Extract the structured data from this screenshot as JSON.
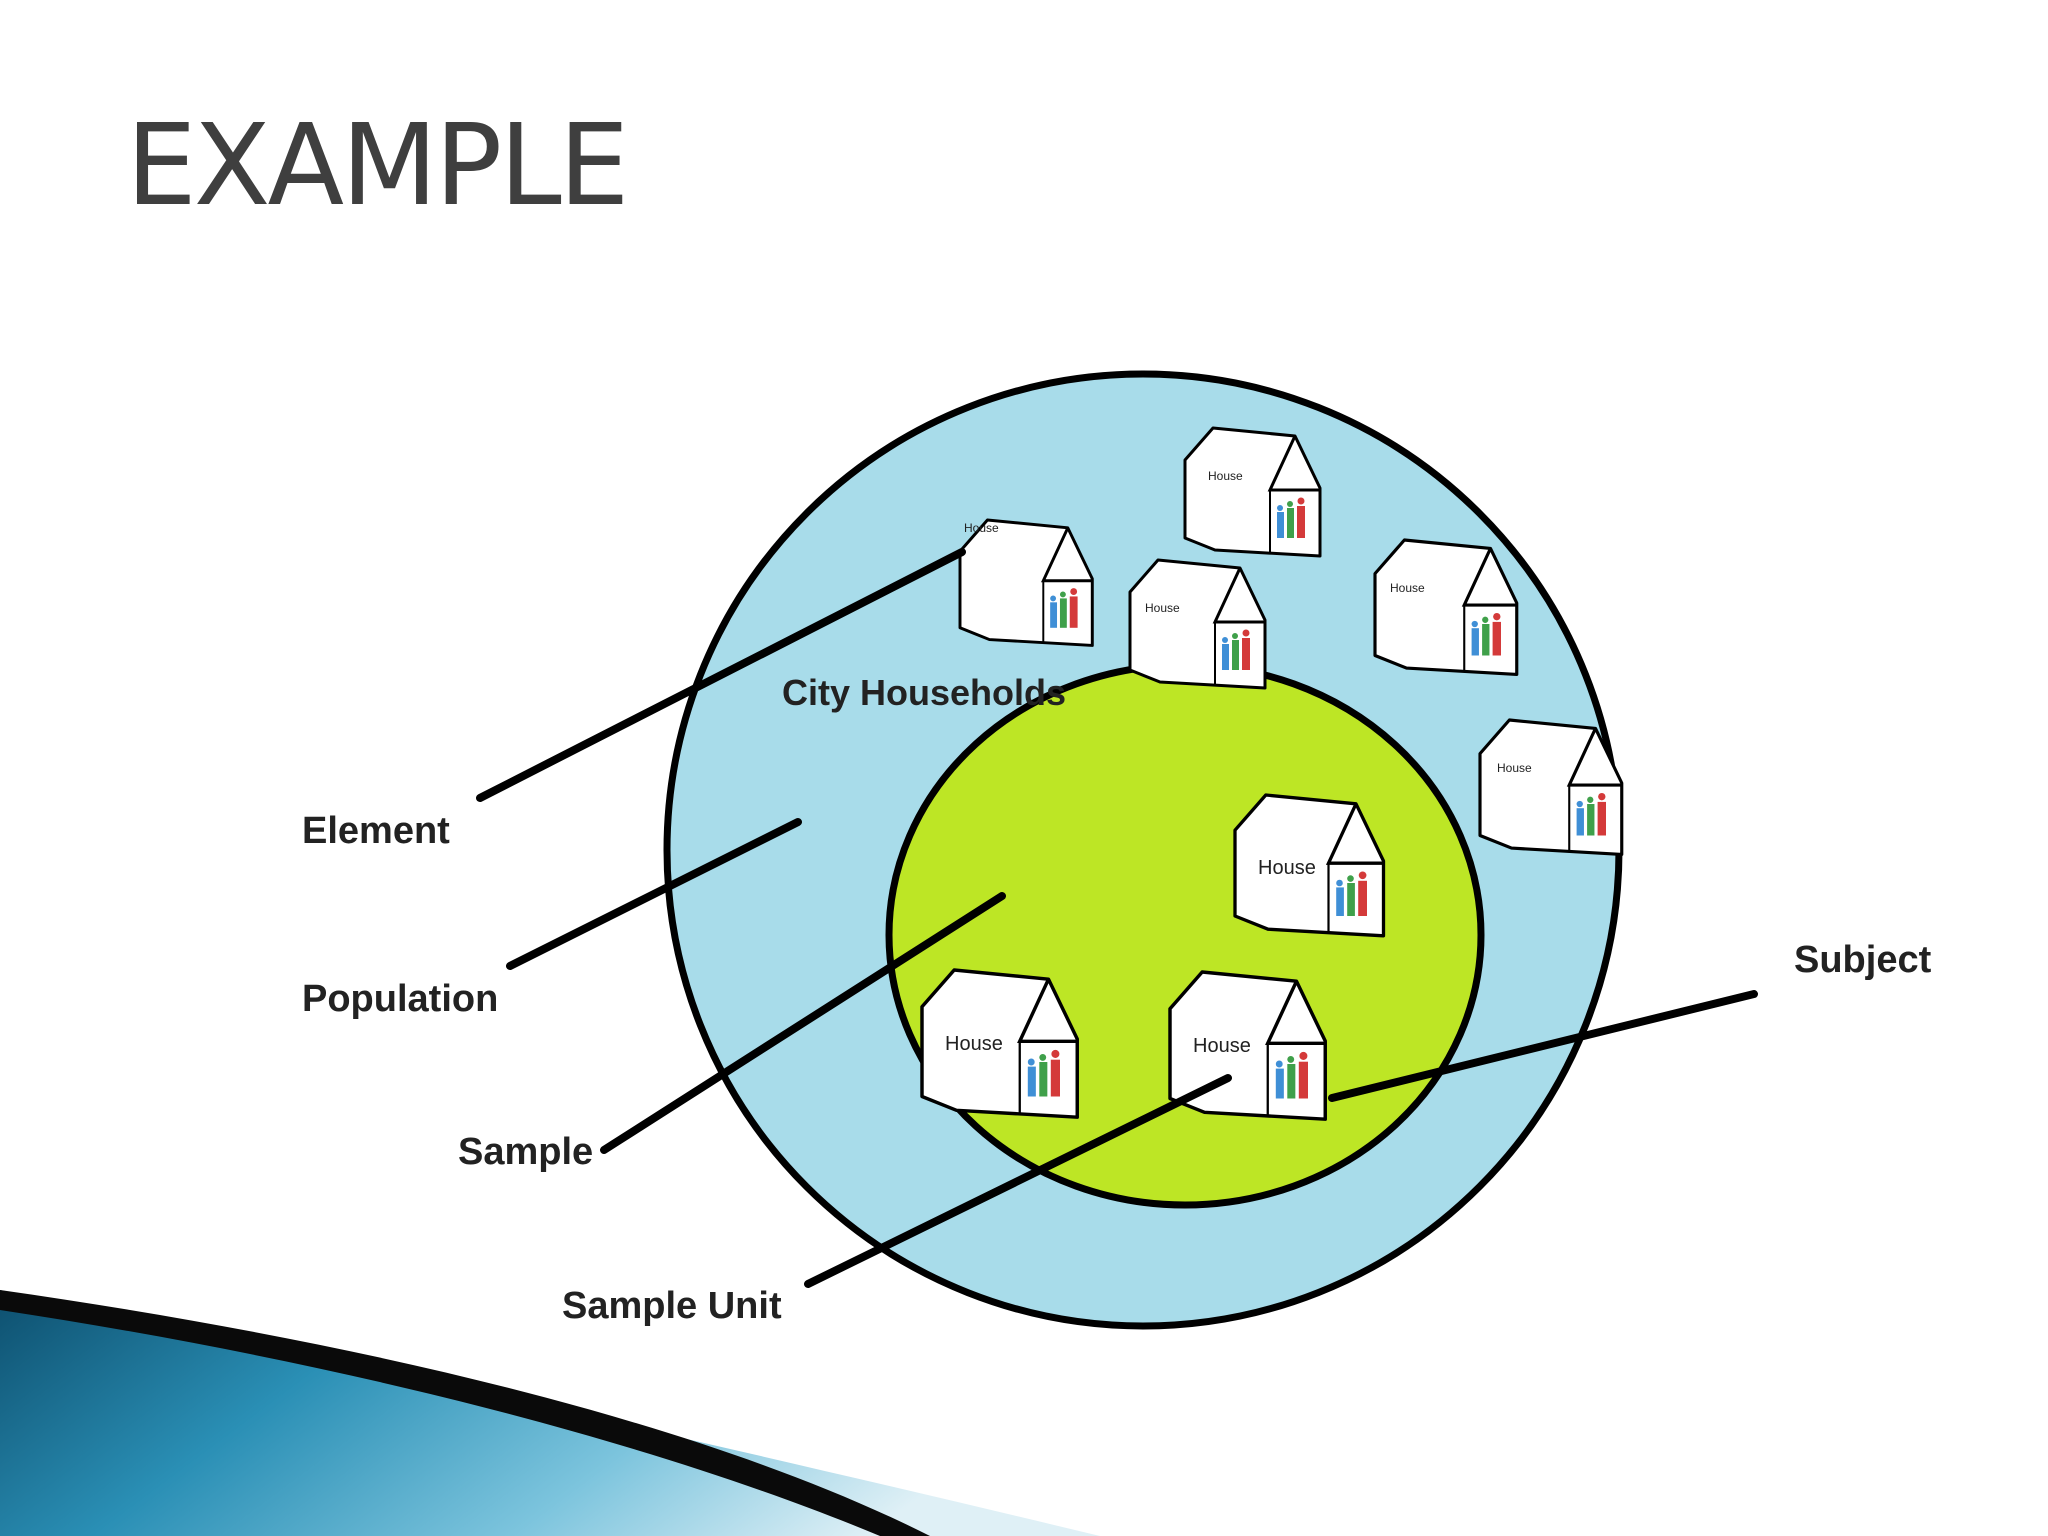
{
  "slide": {
    "title": "EXAMPLE"
  },
  "diagram": {
    "population_area_label": "City Households",
    "house_label": "House",
    "callouts": {
      "element": "Element",
      "population": "Population",
      "sample": "Sample",
      "sample_unit": "Sample Unit",
      "subject": "Subject"
    },
    "colors": {
      "population_fill": "#a8dcea",
      "sample_fill": "#bde625",
      "outline": "#000000",
      "accent_bar": "#1f7fa3"
    }
  }
}
